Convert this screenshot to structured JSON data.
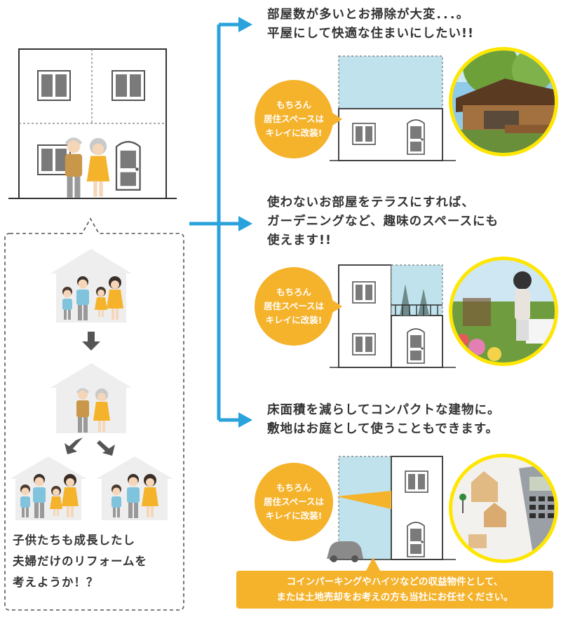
{
  "colors": {
    "arrow": "#2aa3dc",
    "orange": "#f5b22b",
    "light_blue": "#bfe2ec",
    "line": "#333333",
    "window": "#777777",
    "photo_border": "#ffe600"
  },
  "scenarios": [
    {
      "heading": [
        "部屋数が多いとお掃除が大変．．．。",
        "平屋にして快適な住まいにしたい!!"
      ],
      "bubble": [
        "もちろん",
        "居住スペースは",
        "キレイに改装!"
      ]
    },
    {
      "heading": [
        "使わないお部屋をテラスにすれば、",
        "ガーデニングなど、趣味のスペースにも",
        "使えます!!"
      ],
      "bubble": [
        "もちろん",
        "居住スペースは",
        "キレイに改装!"
      ]
    },
    {
      "heading": [
        "床面積を減らしてコンパクトな建物に。",
        "敷地はお庭として使うこともできます。"
      ],
      "bubble": [
        "もちろん",
        "居住スペースは",
        "キレイに改装!"
      ]
    }
  ],
  "left_caption": [
    "子供たちも成長したし",
    "夫婦だけのリフォームを",
    "考えようか！？"
  ],
  "note": [
    "コインパーキングやハイツなどの収益物件として、",
    "または土地売却をお考えの方も当社にお任せください。"
  ]
}
